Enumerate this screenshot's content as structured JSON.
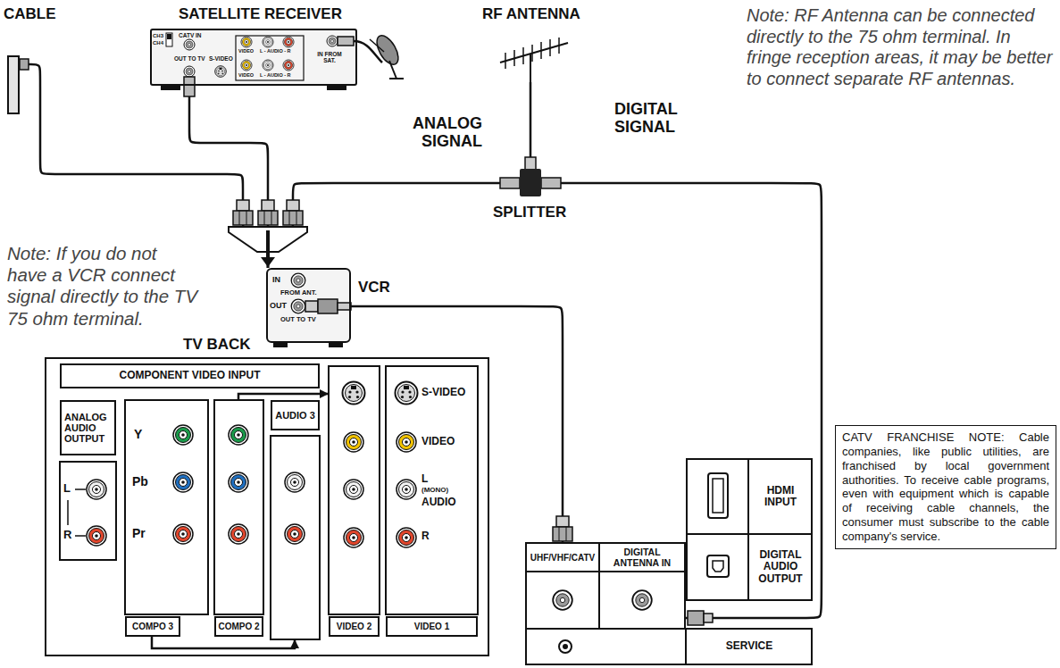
{
  "diagram": {
    "nodes": [
      {
        "text": [
          "CABLE"
        ]
      },
      {
        "text": [
          "SATELLITE RECEIVER",
          "CH3",
          "CH4",
          "CATV IN",
          "OUT TO TV",
          "S-VIDEO",
          "VIDEO",
          "L - AUDIO - R",
          "VIDEO",
          "L - AUDIO - R",
          "IN FROM SAT."
        ]
      },
      {
        "text": [
          "RF ANTENNA"
        ]
      },
      {
        "text": [
          "SPLITTER"
        ]
      },
      {
        "text": [
          "VCR",
          "IN",
          "FROM ANT.",
          "OUT",
          "OUT TO TV"
        ]
      },
      {
        "text": [
          "TV BACK"
        ]
      },
      {
        "text": [
          "COMPONENT VIDEO INPUT"
        ],
        "in": 5
      },
      {
        "text": [
          "ANALOG AUDIO OUTPUT",
          "L",
          "R"
        ],
        "in": 5
      },
      {
        "text": [
          "Y",
          "Pb",
          "Pr",
          "COMPO 3"
        ],
        "in": 5
      },
      {
        "text": [
          "COMPO 2"
        ],
        "in": 5
      },
      {
        "text": [
          "AUDIO 3"
        ],
        "in": 5
      },
      {
        "text": [
          "VIDEO 2"
        ],
        "in": 5
      },
      {
        "text": [
          "S-VIDEO",
          "VIDEO",
          "L",
          "(MONO)",
          "AUDIO",
          "R",
          "VIDEO 1"
        ],
        "in": 5
      },
      {
        "text": [
          "HDMI INPUT"
        ]
      },
      {
        "text": [
          "DIGITAL AUDIO OUTPUT"
        ]
      },
      {
        "text": [
          "UHF/VHF/CATV"
        ]
      },
      {
        "text": [
          "DIGITAL ANTENNA IN"
        ]
      },
      {
        "text": [
          "SERVICE"
        ]
      },
      {
        "text": [
          "CATV FRANCHISE NOTE: Cable companies, like public utilities, are franchised by local government authorities. To receive cable programs, even with equipment which is capable of receiving cable channels, the consumer must subscribe to the cable company's service."
        ]
      }
    ],
    "edges": [
      {
        "from": 0,
        "to": 4,
        "arrow": "none"
      },
      {
        "from": 1,
        "to": 4,
        "arrow": "none"
      },
      {
        "from": 3,
        "to": 4,
        "arrow": "none",
        "label": "ANALOG SIGNAL"
      },
      {
        "from": 2,
        "to": 3,
        "arrow": "none"
      },
      {
        "from": 3,
        "to": 16,
        "arrow": "none",
        "label": "DIGITAL SIGNAL"
      },
      {
        "from": 4,
        "to": 15,
        "arrow": "none"
      },
      {
        "from": 9,
        "to": 11,
        "arrow": "to"
      },
      {
        "from": 8,
        "to": 10,
        "arrow": "to"
      }
    ],
    "labels": [
      "Note: RF Antenna can be connected directly to the 75 ohm terminal. In fringe reception areas, it may be better to connect separate RF antennas.",
      "Note: If you do not have a VCR connect signal directly to the TV 75 ohm terminal."
    ]
  }
}
